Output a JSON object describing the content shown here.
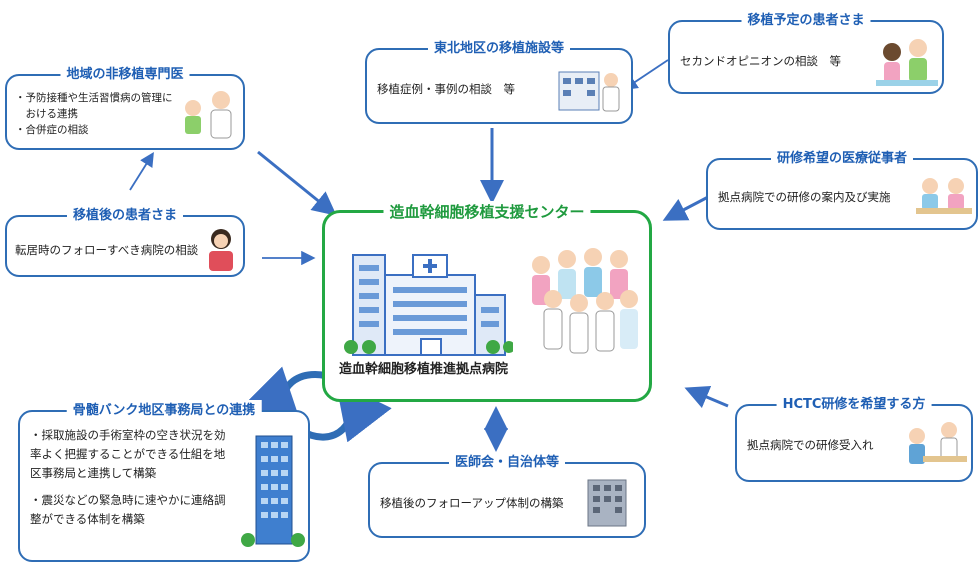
{
  "center": {
    "title": "造血幹細胞移植支援センター",
    "hospital_label": "造血幹細胞移植推進拠点病院"
  },
  "boxes": {
    "tohoku": {
      "title": "東北地区の移植施設等",
      "text": "移植症例・事例の相談　等"
    },
    "planned": {
      "title": "移植予定の患者さま",
      "text": "セカンドオピニオンの相談　等"
    },
    "nonspecialist": {
      "title": "地域の非移植専門医",
      "items": [
        "・予防接種や生活習慣病の管理に",
        "　おける連携",
        "・合併症の相談"
      ]
    },
    "post_patient": {
      "title": "移植後の患者さま",
      "text": "転居時のフォローすべき病院の相談"
    },
    "training": {
      "title": "研修希望の医療従事者",
      "text": "拠点病院での研修の案内及び実施"
    },
    "hctc": {
      "title": "HCTC研修を希望する方",
      "text": "拠点病院での研修受入れ"
    },
    "medical": {
      "title": "医師会・自治体等",
      "text": "移植後のフォローアップ体制の構築"
    },
    "marrow": {
      "title": "骨髄バンク地区事務局との連携",
      "items": [
        "・採取施設の手術室枠の空き状況を効",
        "率よく把握することができる仕組を地",
        "区事務局と連携して構築",
        "",
        "・震災などの緊急時に速やかに連絡調",
        "整ができる体制を構築"
      ]
    }
  },
  "colors": {
    "box_border": "#2f6db5",
    "center_border": "#23a844",
    "arrow": "#3b6fc2"
  }
}
